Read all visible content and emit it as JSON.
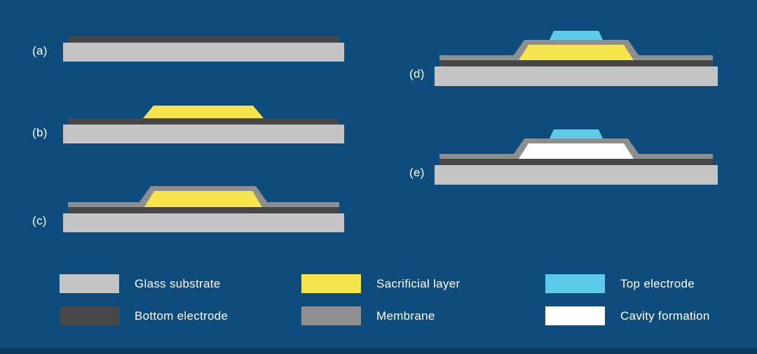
{
  "colors": {
    "background": "#0d4c7d",
    "substrate": "#c4c4c4",
    "bottom_electrode": "#474747",
    "membrane": "#8e8e8e",
    "sacrificial": "#f7e34c",
    "top_electrode": "#5ecbe8",
    "cavity": "#ffffff",
    "footer_bar": "#0a3a5e",
    "text": "#ffffff"
  },
  "panels": [
    {
      "id": "a",
      "label": "(a)"
    },
    {
      "id": "b",
      "label": "(b)"
    },
    {
      "id": "c",
      "label": "(c)"
    },
    {
      "id": "d",
      "label": "(d)"
    },
    {
      "id": "e",
      "label": "(e)"
    }
  ],
  "legend": [
    {
      "swatch": "substrate",
      "label": "Glass substrate"
    },
    {
      "swatch": "bottom_electrode",
      "label": "Bottom electrode"
    },
    {
      "swatch": "sacrificial",
      "label": "Sacrificial layer"
    },
    {
      "swatch": "membrane",
      "label": "Membrane"
    },
    {
      "swatch": "top_electrode",
      "label": "Top electrode"
    },
    {
      "swatch": "cavity",
      "label": "Cavity formation"
    }
  ]
}
